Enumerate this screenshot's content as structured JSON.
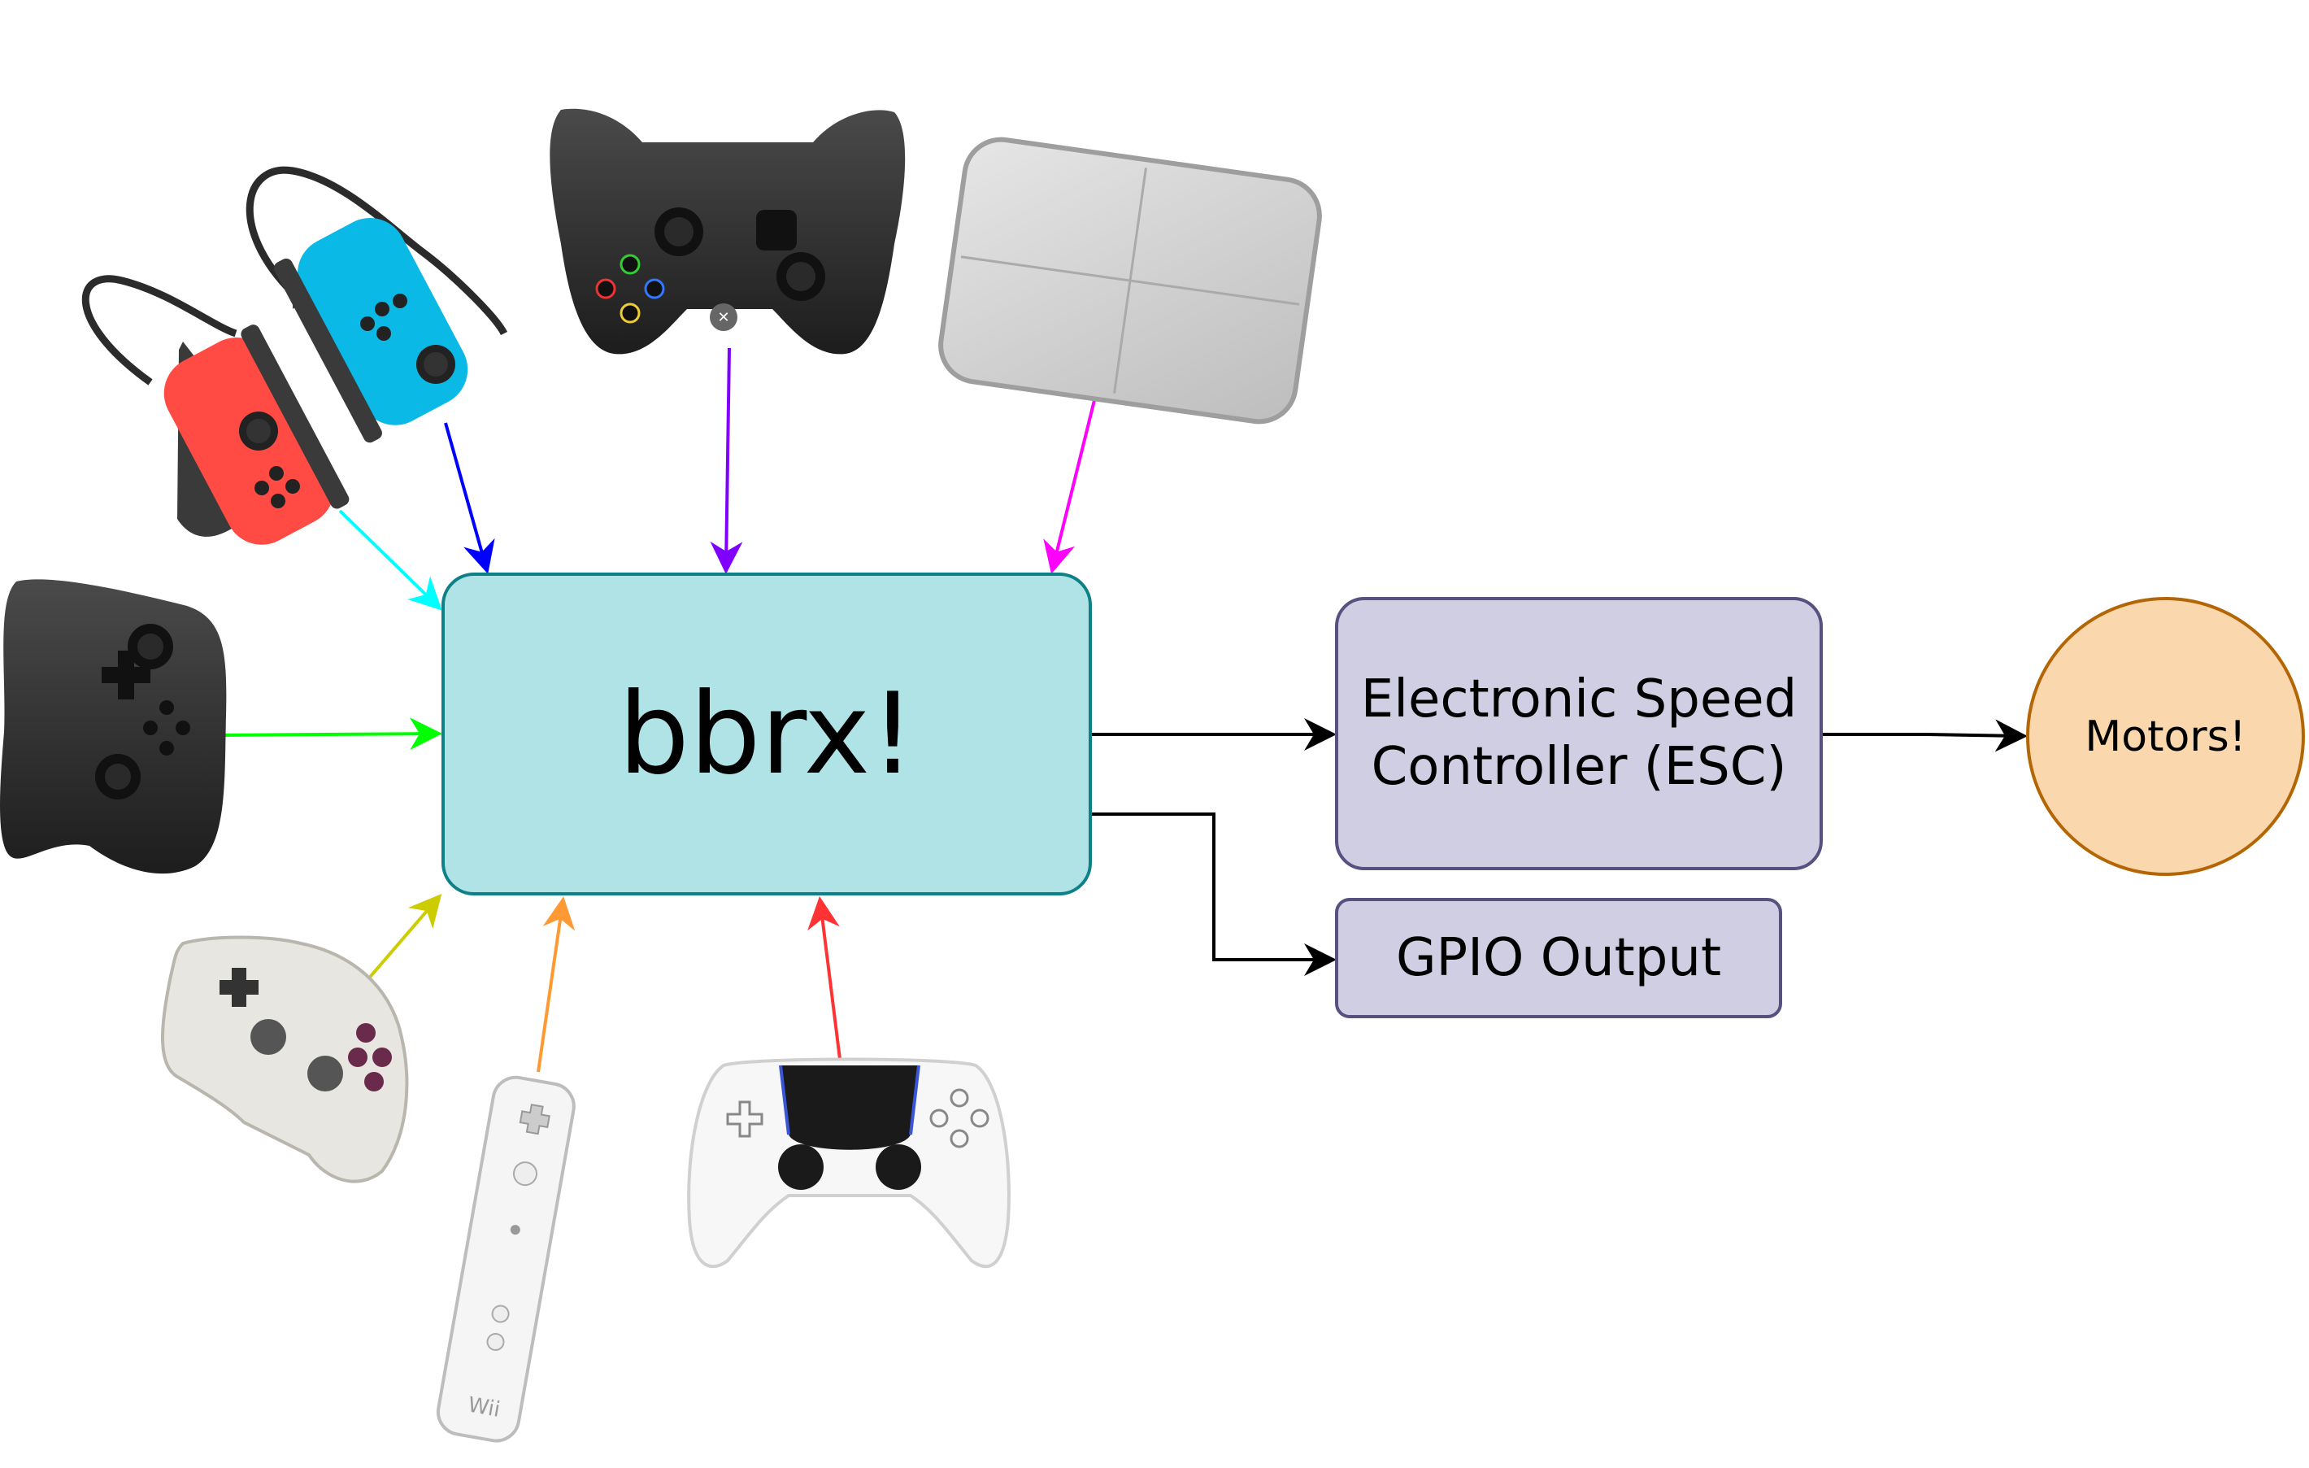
{
  "nodes": {
    "hub": "bbrx!",
    "esc_line1": "Electronic Speed",
    "esc_line2": "Controller (ESC)",
    "gpio": "GPIO Output",
    "motors": "Motors!"
  },
  "wii_remote_label": "Wii",
  "colors": {
    "hub_fill": "#b0e3e6",
    "hub_stroke": "#0e8088",
    "box_fill": "#d0cee2",
    "box_stroke": "#56517e",
    "motors_fill": "#fad7ac",
    "motors_stroke": "#b46504"
  },
  "inputs": [
    {
      "icon": "joycon-left-icon",
      "arrow_color": "#00ffff"
    },
    {
      "icon": "joycon-right-icon",
      "arrow_color": "#0000ff"
    },
    {
      "icon": "xbox-controller-icon",
      "arrow_color": "#7f00ff"
    },
    {
      "icon": "wii-balance-board-icon",
      "arrow_color": "#ff00ff"
    },
    {
      "icon": "switch-pro-controller-icon",
      "arrow_color": "#00ff00"
    },
    {
      "icon": "8bitdo-controller-icon",
      "arrow_color": "#cccc00"
    },
    {
      "icon": "wii-remote-icon",
      "arrow_color": "#ff9933"
    },
    {
      "icon": "dualsense-controller-icon",
      "arrow_color": "#ff3333"
    }
  ]
}
